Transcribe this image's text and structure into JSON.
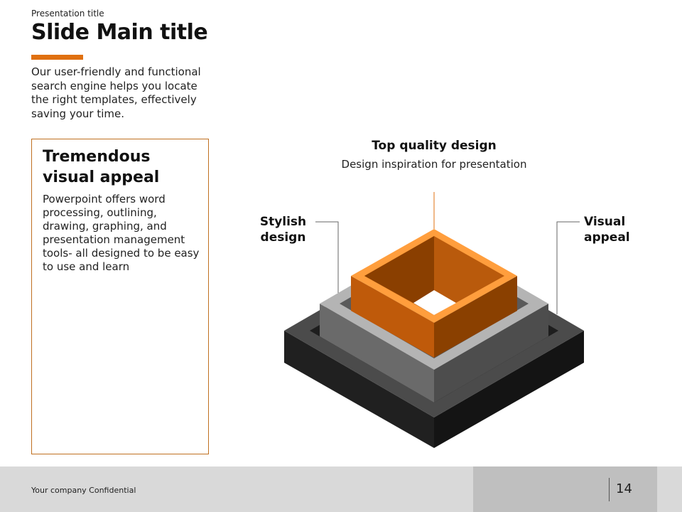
{
  "header": {
    "presentation_title": "Presentation title",
    "main_title": "Slide Main title",
    "accent_color": "#e07010"
  },
  "intro": "Our user-friendly and functional search engine helps you locate the right templates, effectively saving your time.",
  "card": {
    "title": "Tremendous visual appeal",
    "body": "Powerpoint offers word processing, outlining, drawing, graphing, and presentation management tools- all designed to be easy to use and learn"
  },
  "diagram": {
    "top_label": "Top quality design",
    "top_sub": "Design inspiration for presentation",
    "left_label": "Stylish design",
    "right_label": "Visual appeal"
  },
  "footer": {
    "confidential": "Your company Confidential",
    "page_number": "14"
  }
}
